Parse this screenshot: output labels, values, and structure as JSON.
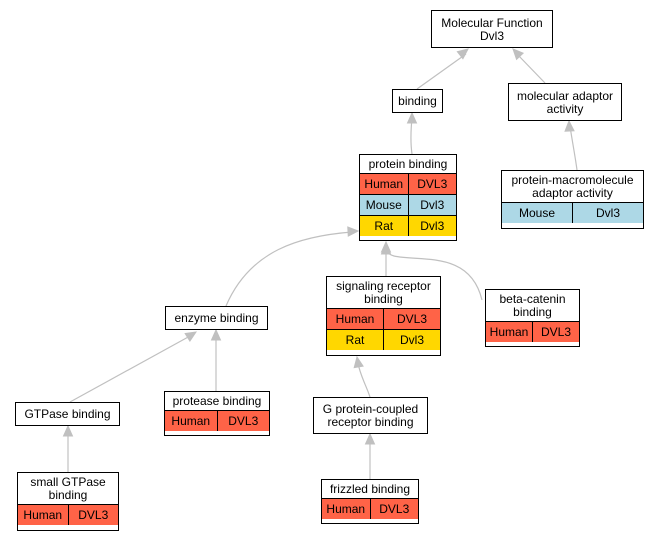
{
  "colors": {
    "human": "#FF6347",
    "mouse": "#ADD8E6",
    "rat": "#FFD700",
    "edge": "#C0C0C0"
  },
  "nodes": {
    "mf": {
      "title": "Molecular Function\nDvl3",
      "rows": []
    },
    "binding": {
      "title": "binding",
      "rows": []
    },
    "adaptor": {
      "title": "molecular adaptor\nactivity",
      "rows": []
    },
    "protein": {
      "title": "protein binding",
      "rows": [
        {
          "species": "Human",
          "gene": "DVL3"
        },
        {
          "species": "Mouse",
          "gene": "Dvl3"
        },
        {
          "species": "Rat",
          "gene": "Dvl3"
        }
      ]
    },
    "pmacro": {
      "title": "protein-macromolecule\nadaptor activity",
      "rows": [
        {
          "species": "Mouse",
          "gene": "Dvl3"
        }
      ]
    },
    "enzyme": {
      "title": "enzyme binding",
      "rows": []
    },
    "signaling": {
      "title": "signaling receptor\nbinding",
      "rows": [
        {
          "species": "Human",
          "gene": "DVL3"
        },
        {
          "species": "Rat",
          "gene": "Dvl3"
        }
      ]
    },
    "betacat": {
      "title": "beta-catenin\nbinding",
      "rows": [
        {
          "species": "Human",
          "gene": "DVL3"
        }
      ]
    },
    "gtpase": {
      "title": "GTPase binding",
      "rows": []
    },
    "protease": {
      "title": "protease binding",
      "rows": [
        {
          "species": "Human",
          "gene": "DVL3"
        }
      ]
    },
    "gpcr": {
      "title": "G protein-coupled\nreceptor binding",
      "rows": []
    },
    "smallgtp": {
      "title": "small GTPase\nbinding",
      "rows": [
        {
          "species": "Human",
          "gene": "DVL3"
        }
      ]
    },
    "frizzled": {
      "title": "frizzled binding",
      "rows": [
        {
          "species": "Human",
          "gene": "DVL3"
        }
      ]
    }
  }
}
